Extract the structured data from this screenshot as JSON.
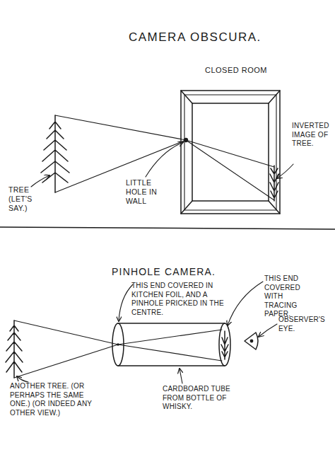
{
  "diagram": {
    "title": "CAMERA OBSCURA.",
    "labels": [
      "CLOSED ROOM",
      "INVERTED IMAGE OF TREE.",
      "TREE (LET'S SAY.)",
      "LITTLE HOLE IN WALL",
      "PINHOLE CAMERA.",
      "THIS END COVERED IN KITCHEN FOIL, AND A PINHOLE PRICKED IN THE CENTRE.",
      "THIS END COVERED WITH TRACING PAPER.",
      "OBSERVER'S EYE.",
      "ANOTHER TREE. (OR PERHAPS THE SAME ONE.) (OR INDEED ANY OTHER VIEW.)",
      "CARDBOARD TUBE FROM BOTTLE OF WHISKY."
    ]
  }
}
